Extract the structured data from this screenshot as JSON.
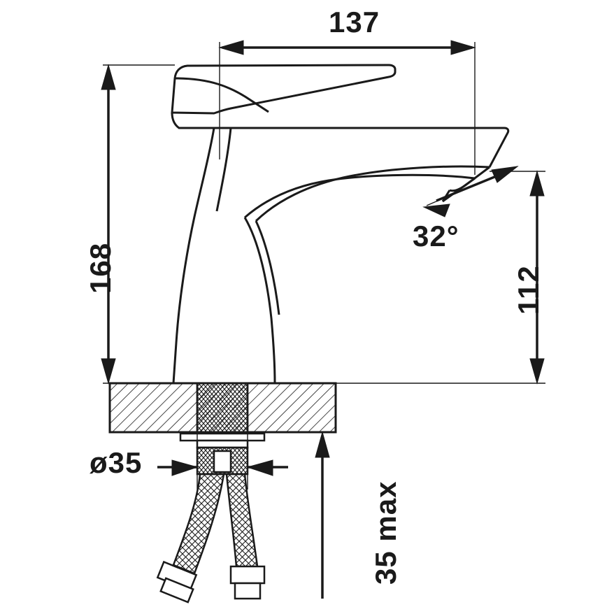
{
  "drawing": {
    "title": "basin mixer tap technical dimension drawing",
    "product": "single-lever basin mixer faucet",
    "units": "mm",
    "line_color": "#1a1a1a",
    "hatch_color": "#1a1a1a",
    "background": "#ffffff"
  },
  "dimensions": {
    "spout_reach": {
      "label": "137",
      "orientation": "horizontal",
      "units": "mm"
    },
    "total_height": {
      "label": "168",
      "orientation": "vertical",
      "units": "mm"
    },
    "spout_height": {
      "label": "112",
      "orientation": "vertical",
      "units": "mm"
    },
    "spout_angle": {
      "label": "32°",
      "orientation": "angular",
      "units": "deg"
    },
    "hole_diameter": {
      "label": "ø35",
      "orientation": "horizontal",
      "units": "mm"
    },
    "max_thickness": {
      "label": "35 max",
      "orientation": "vertical",
      "units": "mm"
    }
  }
}
